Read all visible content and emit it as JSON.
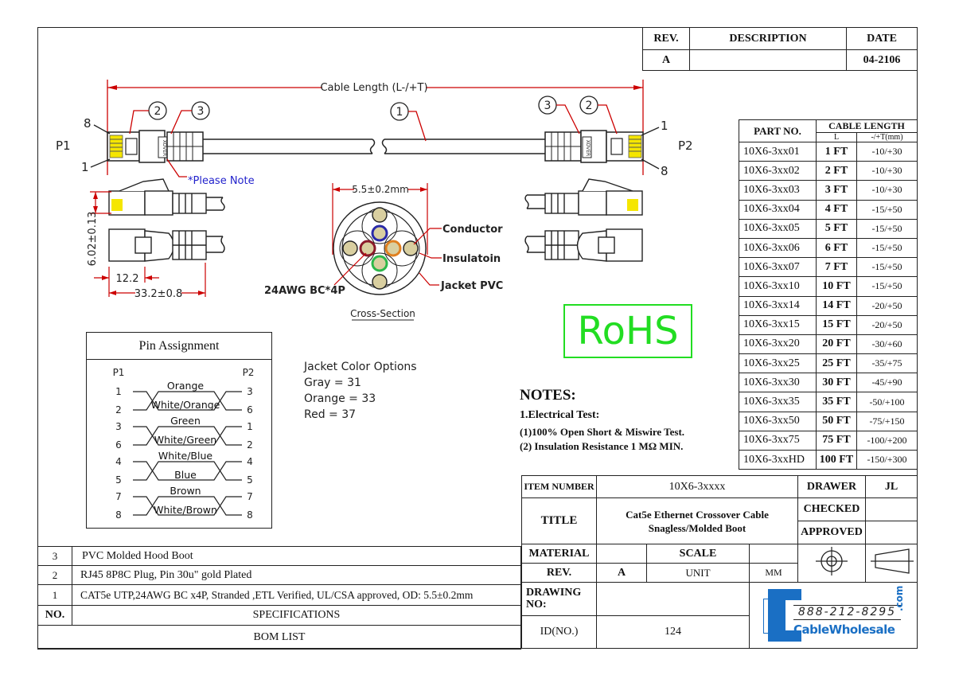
{
  "revision_block": {
    "headers": [
      "REV.",
      "DESCRIPTION",
      "DATE"
    ],
    "rows": [
      {
        "rev": "A",
        "description": "",
        "date": "04-2106"
      }
    ]
  },
  "drawing": {
    "cable_length_label": "Cable Length (L-/+T)",
    "left_plug_label": "P1",
    "right_plug_label": "P2",
    "pin_top_left": "8",
    "pin_bottom_left": "1",
    "pin_top_right": "1",
    "pin_bottom_right": "8",
    "callouts": [
      "1",
      "2",
      "3"
    ],
    "boot_marking": "XOVER",
    "please_note": "*Please Note",
    "dim_height": "6.02±0.13",
    "dim_plug_length": "12.2",
    "dim_total_length": "33.2±0.8",
    "colors": {
      "dimension": "#cc0000",
      "note": "#2222cc",
      "contacts": "#f5e600"
    }
  },
  "cross_section": {
    "diameter_label": "5.5±0.2mm",
    "labels": {
      "conductor": "Conductor",
      "insulation": "Insulatoin",
      "jacket": "Jacket PVC",
      "awg": "24AWG BC*4P"
    },
    "caption": "Cross-Section",
    "pair_colors": [
      "#2a2aa8",
      "#8b1a2a",
      "#e08020",
      "#2db84a"
    ]
  },
  "rohs": {
    "label": "RoHS",
    "color": "#22dd22"
  },
  "pin_assignment": {
    "title": "Pin Assignment",
    "left_header": "P1",
    "right_header": "P2",
    "pairs": [
      {
        "top_color": "Orange",
        "bottom_color": "White/Orange",
        "p1": [
          "1",
          "2"
        ],
        "p2": [
          "3",
          "6"
        ],
        "crossed": true
      },
      {
        "top_color": "Green",
        "bottom_color": "White/Green",
        "p1": [
          "3",
          "6"
        ],
        "p2": [
          "1",
          "2"
        ],
        "crossed": true
      },
      {
        "top_color": "White/Blue",
        "bottom_color": "Blue",
        "p1": [
          "4",
          "5"
        ],
        "p2": [
          "4",
          "5"
        ],
        "crossed": false
      },
      {
        "top_color": "Brown",
        "bottom_color": "White/Brown",
        "p1": [
          "7",
          "8"
        ],
        "p2": [
          "7",
          "8"
        ],
        "crossed": true
      }
    ]
  },
  "jacket_colors": {
    "title": "Jacket Color Options",
    "options": [
      "Gray = 31",
      "Orange = 33",
      "Red = 37"
    ]
  },
  "notes": {
    "title": "NOTES:",
    "items": [
      "1.Electrical Test:",
      "(1)100% Open Short & Miswire Test.",
      "(2) Insulation Resistance 1 MΩ  MIN."
    ]
  },
  "parts_table": {
    "headers": {
      "part_no": "PART NO.",
      "cable_length": "CABLE LENGTH",
      "l": "L",
      "tolerance": "-/+T(mm)"
    },
    "rows": [
      [
        "10X6-3xx01",
        "1 FT",
        "-10/+30"
      ],
      [
        "10X6-3xx02",
        "2 FT",
        "-10/+30"
      ],
      [
        "10X6-3xx03",
        "3 FT",
        "-10/+30"
      ],
      [
        "10X6-3xx04",
        "4 FT",
        "-15/+50"
      ],
      [
        "10X6-3xx05",
        "5 FT",
        "-15/+50"
      ],
      [
        "10X6-3xx06",
        "6 FT",
        "-15/+50"
      ],
      [
        "10X6-3xx07",
        "7 FT",
        "-15/+50"
      ],
      [
        "10X6-3xx10",
        "10 FT",
        "-15/+50"
      ],
      [
        "10X6-3xx14",
        "14 FT",
        "-20/+50"
      ],
      [
        "10X6-3xx15",
        "15 FT",
        "-20/+50"
      ],
      [
        "10X6-3xx20",
        "20 FT",
        "-30/+60"
      ],
      [
        "10X6-3xx25",
        "25 FT",
        "-35/+75"
      ],
      [
        "10X6-3xx30",
        "30 FT",
        "-45/+90"
      ],
      [
        "10X6-3xx35",
        "35 FT",
        "-50/+100"
      ],
      [
        "10X6-3xx50",
        "50 FT",
        "-75/+150"
      ],
      [
        "10X6-3xx75",
        "75 FT",
        "-100/+200"
      ],
      [
        "10X6-3xxHD",
        "100 FT",
        "-150/+300"
      ]
    ]
  },
  "bom": {
    "rows": [
      {
        "no": "3",
        "spec": "PVC Molded Hood Boot"
      },
      {
        "no": "2",
        "spec": "RJ45 8P8C  Plug, Pin 30u\" gold Plated"
      },
      {
        "no": "1",
        "spec": "CAT5e UTP,24AWG BC x4P, Stranded ,ETL Verified, UL/CSA approved, OD: 5.5±0.2mm"
      }
    ],
    "header_no": "NO.",
    "header_spec": "SPECIFICATIONS",
    "footer": "BOM LIST"
  },
  "title_block": {
    "item_number_label": "ITEM NUMBER",
    "item_number": "10X6-3xxxx",
    "title_label": "TITLE",
    "title_line1": "Cat5e Ethernet Crossover Cable",
    "title_line2": "Snagless/Molded Boot",
    "drawer_label": "DRAWER",
    "drawer": "JL",
    "checked_label": "CHECKED",
    "checked": "",
    "approved_label": "APPROVED",
    "approved": "",
    "material_label": "MATERIAL",
    "material": "",
    "scale_label": "SCALE",
    "scale": "",
    "rev_label": "REV.",
    "rev": "A",
    "unit_label": "UNIT",
    "unit": "MM",
    "drawing_no_label": "DRAWING NO:",
    "drawing_no": "",
    "id_label": "ID(NO.)",
    "id": "124"
  },
  "logo": {
    "phone": "888-212-8295",
    "brand": "CableWholesale",
    "tld": ".com",
    "color": "#1a6fc4"
  }
}
